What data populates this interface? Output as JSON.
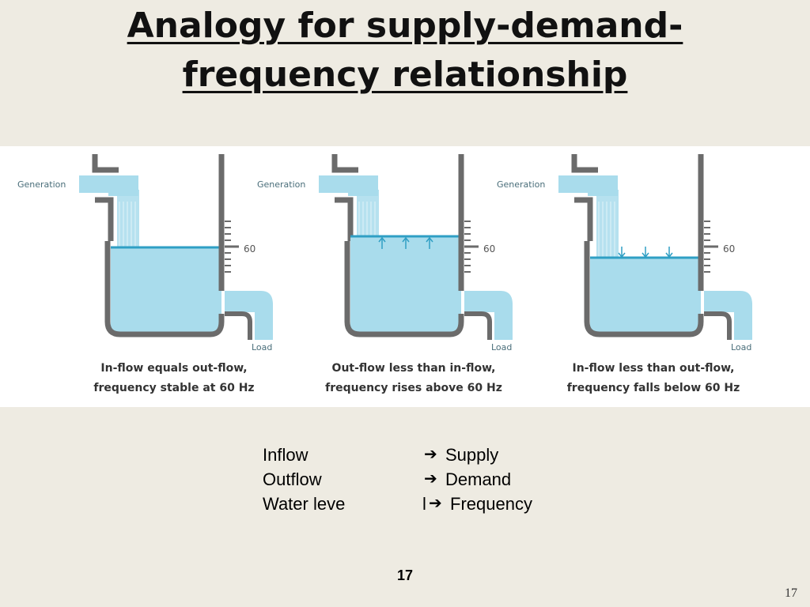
{
  "title": {
    "line1": "Analogy for supply-demand-",
    "line2": "frequency relationship"
  },
  "figure": {
    "panels": [
      {
        "generation_label": "Generation",
        "load_label": "Load",
        "scale_label": "60",
        "caption_line1": "In-flow equals out-flow,",
        "caption_line2": "frequency stable at 60 Hz",
        "level_arrows": "none"
      },
      {
        "generation_label": "Generation",
        "load_label": "Load",
        "scale_label": "60",
        "caption_line1": "Out-flow less than in-flow,",
        "caption_line2": "frequency rises above 60 Hz",
        "level_arrows": "up"
      },
      {
        "generation_label": "Generation",
        "load_label": "Load",
        "scale_label": "60",
        "caption_line1": "In-flow less than out-flow,",
        "caption_line2": "frequency falls below 60 Hz",
        "level_arrows": "down"
      }
    ],
    "colors": {
      "water": "#a9dcec",
      "water_line": "#2f9fc4",
      "wall": "#6b6b6b",
      "text": "#4a6e7a"
    }
  },
  "legend": [
    {
      "term": "Inflow",
      "arrow": "➔",
      "value": "Supply"
    },
    {
      "term": "Outflow",
      "arrow": "➔",
      "value": "Demand"
    },
    {
      "term": "Water leve",
      "prefix": "l",
      "arrow": "➔",
      "value": "Frequency"
    }
  ],
  "page_number_center": "17",
  "page_number_right": "17"
}
